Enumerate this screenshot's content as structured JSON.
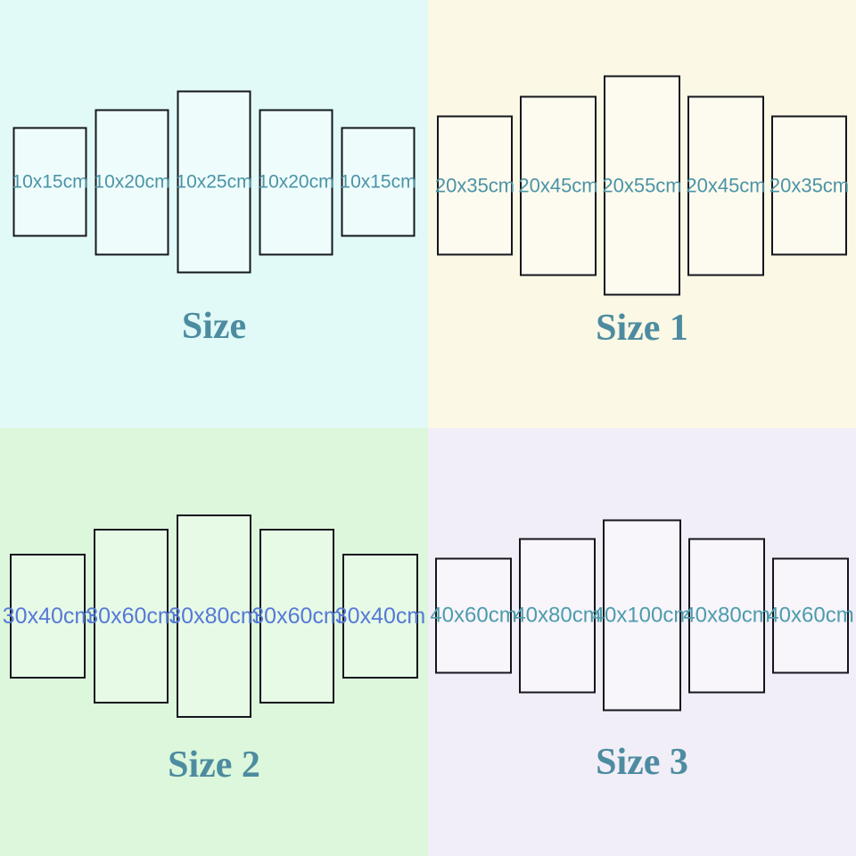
{
  "title_color": "#4d8ca0",
  "panel_border_color": "#15161e",
  "quadrants": [
    {
      "title": "Size",
      "labels": [
        "10x15cm",
        "10x20cm",
        "10x25cm",
        "10x20cm",
        "10x15cm"
      ],
      "bg": "#e1faf8",
      "panel_bg": "#eefdfc",
      "label_color": "#4b93a6"
    },
    {
      "title": "Size 1",
      "labels": [
        "20x35cm",
        "20x45cm",
        "20x55cm",
        "20x45cm",
        "20x35cm"
      ],
      "bg": "#fbf8e5",
      "panel_bg": "#fdfbef",
      "label_color": "#4b93a6"
    },
    {
      "title": "Size 2",
      "labels": [
        "30x40cm",
        "30x60cm",
        "30x80cm",
        "30x60cm",
        "30x40cm"
      ],
      "bg": "#dcf7db",
      "panel_bg": "#e7fae6",
      "label_color": "#5679d6"
    },
    {
      "title": "Size 3",
      "labels": [
        "40x60cm",
        "40x80cm",
        "40x100cm",
        "40x80cm",
        "40x60cm"
      ],
      "bg": "#f2eef7",
      "panel_bg": "#f8f5fb",
      "label_color": "#4c9cab"
    }
  ]
}
